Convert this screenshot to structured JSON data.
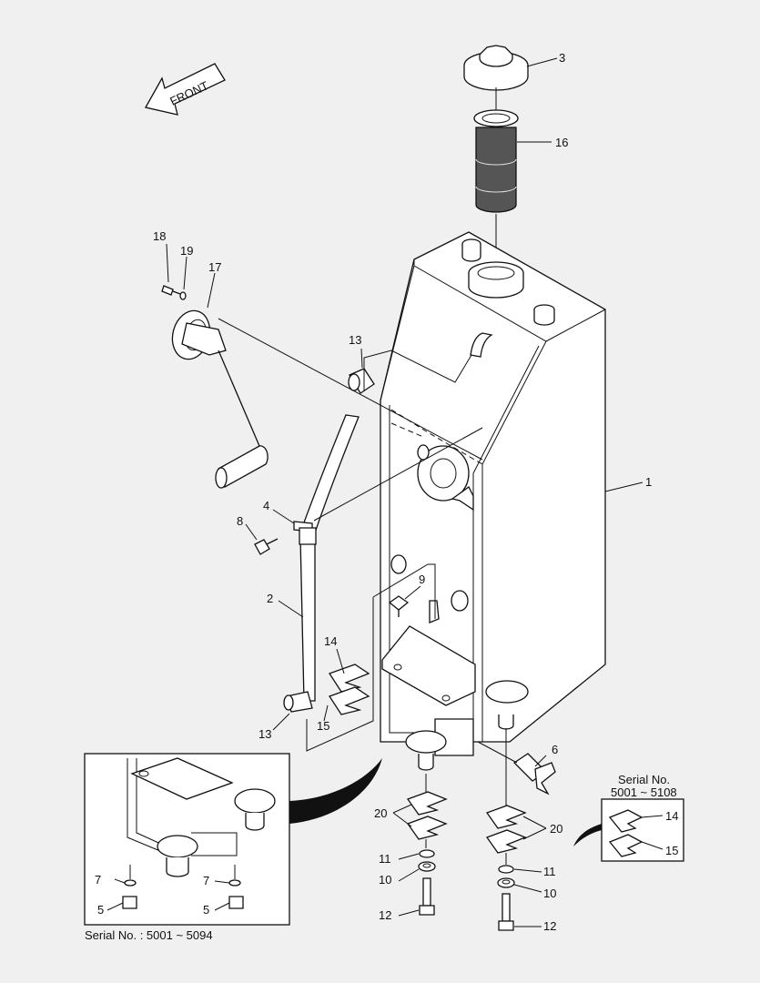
{
  "front_label": "FRONT",
  "callouts": {
    "c1": "1",
    "c2": "2",
    "c3": "3",
    "c4": "4",
    "c6": "6",
    "c8": "8",
    "c9": "9",
    "c11a": "11",
    "c11b": "11",
    "c10a": "10",
    "c10b": "10",
    "c12a": "12",
    "c12b": "12",
    "c13a": "13",
    "c13b": "13",
    "c14a": "14",
    "c14b": "14",
    "c15a": "15",
    "c15b": "15",
    "c16": "16",
    "c17": "17",
    "c18": "18",
    "c19": "19",
    "c20a": "20",
    "c20b": "20",
    "c5a": "5",
    "c5b": "5",
    "c7a": "7",
    "c7b": "7"
  },
  "inset_left_caption": "Serial No. : 5001 ~ 5094",
  "inset_right_title": "Serial No.",
  "inset_right_range": "5001 ~ 5108"
}
